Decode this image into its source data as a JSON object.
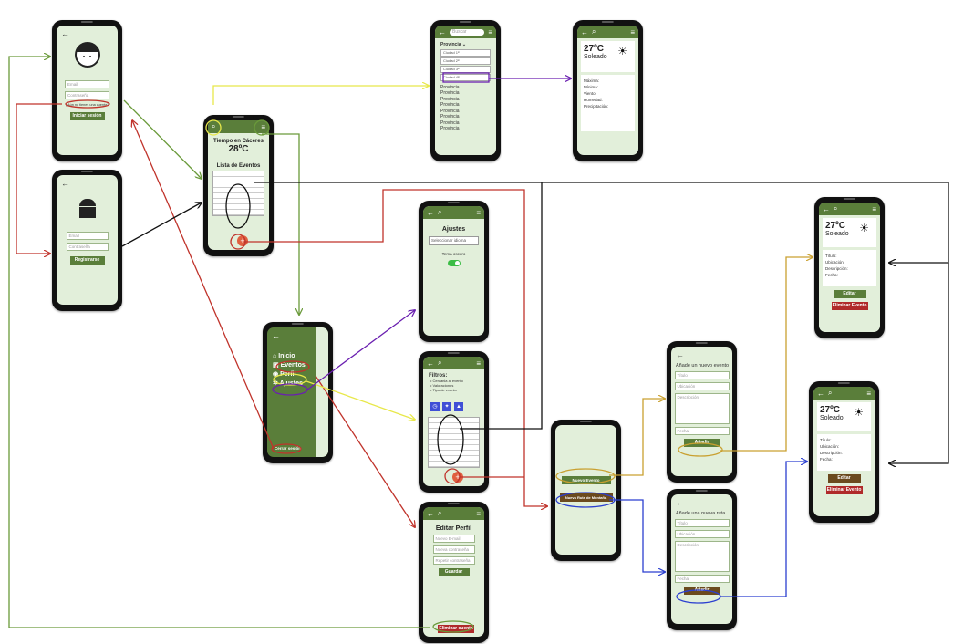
{
  "colors": {
    "primary_green": "#5a7e3a",
    "screen_bg": "#e2efda",
    "brown": "#6b4a1e",
    "red": "#b02a2a",
    "arrow_green": "#6a9a3a",
    "arrow_red": "#c0332b",
    "arrow_yellow": "#e8e84a",
    "arrow_purple": "#6a1fb0",
    "arrow_blue": "#2b3fd0",
    "arrow_gold": "#c9a030",
    "arrow_black": "#111111"
  },
  "login": {
    "user_placeholder": "Email",
    "pass_placeholder": "Contraseña",
    "register_link": "¿Aún no tienes una cuenta?",
    "login_button": "Iniciar sesión",
    "avatar_icon": "face-icon"
  },
  "register": {
    "email_placeholder": "Email",
    "pass_placeholder": "Contraseña",
    "register_button": "Registrarse",
    "logo_icon": "android-icon"
  },
  "home": {
    "weather_title": "Tiempo en Cáceres",
    "temp": "28ºC",
    "events_title": "Lista de Eventos",
    "fab": "+"
  },
  "provinces": {
    "search_placeholder": "Buscar",
    "province_header": "Provincia",
    "cities": [
      "Ciudad 1ª",
      "Ciudad 2ª",
      "Ciudad 3ª",
      "Ciudad 4ª"
    ],
    "provinces_list": [
      "Provincia",
      "Provincia",
      "Provincia",
      "Provincia",
      "Provincia",
      "Provincia",
      "Provincia",
      "Provincia"
    ]
  },
  "weather_detail": {
    "temp": "27ºC",
    "condition": "Soleado",
    "fields": [
      "Máxima:",
      "Mínima:",
      "Viento:",
      "Humedad:",
      "Precipitación:"
    ]
  },
  "menu": {
    "items": [
      "Inicio",
      "Eventos",
      "Perfil",
      "Ajustes"
    ],
    "logout": "Cerrar sesión"
  },
  "settings": {
    "title": "Ajustes",
    "select": "Seleccionar idioma",
    "dark_mode": "Tema oscuro"
  },
  "filters": {
    "title": "Filtros:",
    "options": [
      "Cercania al evento",
      "Valoraciones",
      "Tipo de evento"
    ],
    "fab": "+"
  },
  "profile": {
    "title": "Editar Perfil",
    "fields": [
      "Nuevo E-mail",
      "Nueva contraseña",
      "Repetir contraseña"
    ],
    "save": "Guardar",
    "delete": "Eliminar cuenta"
  },
  "new_choice": {
    "event": "Nuevo Evento",
    "route": "Nueva Ruta de Montaña"
  },
  "new_event": {
    "title": "Añade un nuevo evento",
    "fields": [
      "Título",
      "Ubicación",
      "Descripción",
      "Fecha"
    ],
    "add": "Añadir"
  },
  "new_route": {
    "title": "Añade una nueva ruta",
    "fields": [
      "Título",
      "Ubicación",
      "Descripción",
      "Fecha"
    ],
    "add": "Añadir"
  },
  "event_detail": {
    "temp": "27ºC",
    "condition": "Soleado",
    "fields": [
      "Título:",
      "Ubicación:",
      "Descripción:",
      "Fecha:"
    ],
    "edit": "Editar",
    "delete": "Eliminar Evento"
  },
  "route_detail": {
    "temp": "27ºC",
    "condition": "Soleado",
    "fields": [
      "Título:",
      "Ubicación:",
      "Descripción:",
      "Fecha:"
    ],
    "edit": "Editar",
    "delete": "Eliminar Evento"
  }
}
